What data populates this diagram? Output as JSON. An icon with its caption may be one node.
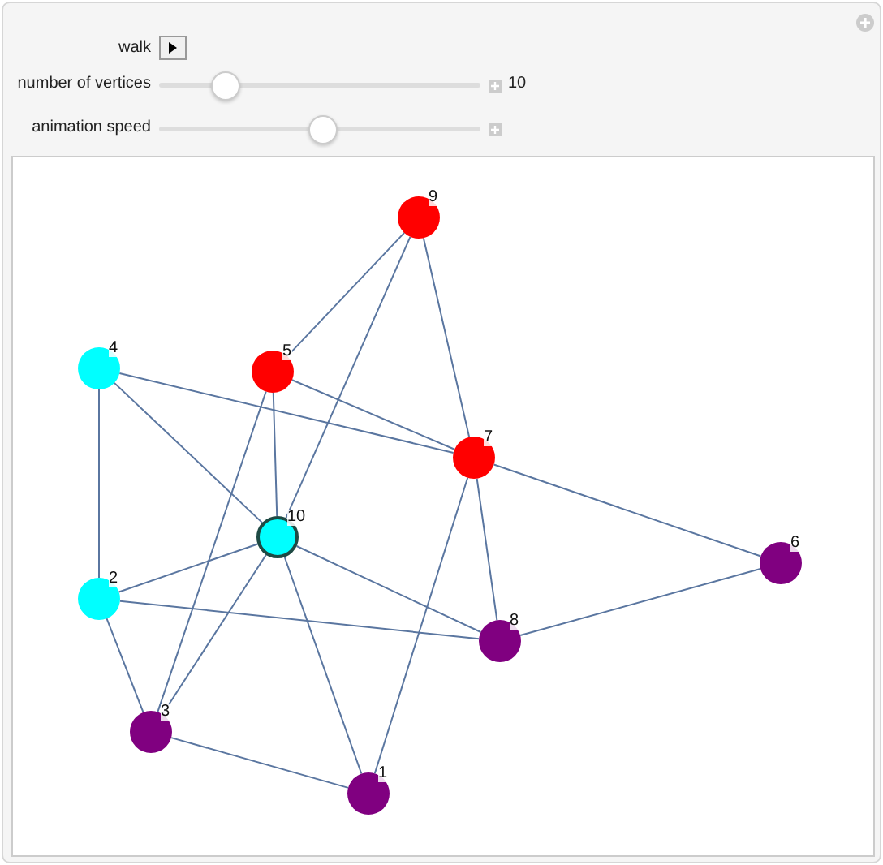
{
  "diagram": {
    "nodes": [
      {
        "text": [],
        "shape": "circle",
        "beside": [
          "9"
        ]
      },
      {
        "text": [],
        "shape": "circle",
        "beside": [
          "4"
        ]
      },
      {
        "text": [],
        "shape": "circle",
        "beside": [
          "5"
        ]
      },
      {
        "text": [],
        "shape": "circle",
        "beside": [
          "7"
        ]
      },
      {
        "text": [],
        "shape": "circle",
        "beside": [
          "10"
        ]
      },
      {
        "text": [],
        "shape": "circle",
        "beside": [
          "6"
        ]
      },
      {
        "text": [],
        "shape": "circle",
        "beside": [
          "2"
        ]
      },
      {
        "text": [],
        "shape": "circle",
        "beside": [
          "8"
        ]
      },
      {
        "text": [],
        "shape": "circle",
        "beside": [
          "3"
        ]
      },
      {
        "text": [],
        "shape": "circle",
        "beside": [
          "1"
        ]
      }
    ],
    "edges": [
      {
        "from": 0,
        "to": 2,
        "arrow": "none"
      },
      {
        "from": 0,
        "to": 4,
        "arrow": "none"
      },
      {
        "from": 0,
        "to": 3,
        "arrow": "none"
      },
      {
        "from": 1,
        "to": 3,
        "arrow": "none"
      },
      {
        "from": 1,
        "to": 4,
        "arrow": "none"
      },
      {
        "from": 1,
        "to": 6,
        "arrow": "none"
      },
      {
        "from": 2,
        "to": 3,
        "arrow": "none"
      },
      {
        "from": 2,
        "to": 4,
        "arrow": "none"
      },
      {
        "from": 2,
        "to": 8,
        "arrow": "none"
      },
      {
        "from": 3,
        "to": 5,
        "arrow": "none"
      },
      {
        "from": 3,
        "to": 7,
        "arrow": "none"
      },
      {
        "from": 3,
        "to": 9,
        "arrow": "none"
      },
      {
        "from": 4,
        "to": 6,
        "arrow": "none"
      },
      {
        "from": 4,
        "to": 8,
        "arrow": "none"
      },
      {
        "from": 4,
        "to": 9,
        "arrow": "none"
      },
      {
        "from": 4,
        "to": 7,
        "arrow": "none"
      },
      {
        "from": 6,
        "to": 7,
        "arrow": "none"
      },
      {
        "from": 6,
        "to": 8,
        "arrow": "none"
      },
      {
        "from": 5,
        "to": 7,
        "arrow": "none"
      },
      {
        "from": 8,
        "to": 9,
        "arrow": "none"
      }
    ],
    "labels": [
      "walk",
      "number of vertices",
      "10",
      "animation speed"
    ]
  }
}
